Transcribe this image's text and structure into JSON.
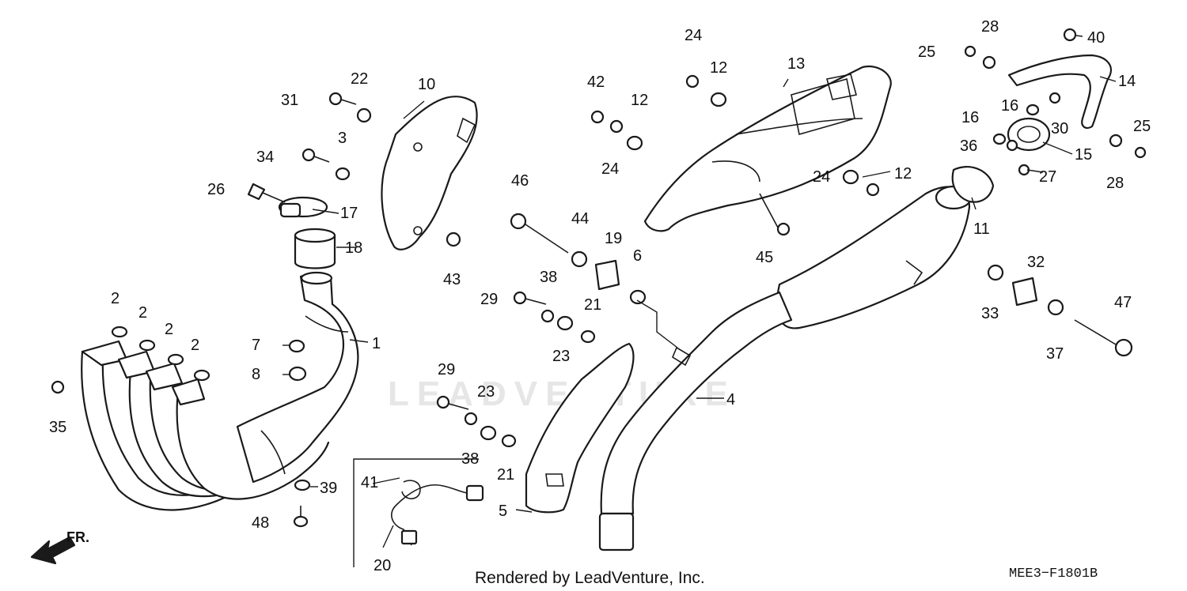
{
  "diagram": {
    "watermark": "LEADVENTURE",
    "direction_label": "FR.",
    "footer_text": "Rendered by LeadVenture, Inc.",
    "diagram_code": "MEE3−F1801B",
    "callouts": [
      {
        "id": "c1",
        "label": "1"
      },
      {
        "id": "c2a",
        "label": "2"
      },
      {
        "id": "c2b",
        "label": "2"
      },
      {
        "id": "c2c",
        "label": "2"
      },
      {
        "id": "c2d",
        "label": "2"
      },
      {
        "id": "c3",
        "label": "3"
      },
      {
        "id": "c4",
        "label": "4"
      },
      {
        "id": "c5",
        "label": "5"
      },
      {
        "id": "c6",
        "label": "6"
      },
      {
        "id": "c7",
        "label": "7"
      },
      {
        "id": "c8",
        "label": "8"
      },
      {
        "id": "c10",
        "label": "10"
      },
      {
        "id": "c11",
        "label": "11"
      },
      {
        "id": "c12a",
        "label": "12"
      },
      {
        "id": "c12b",
        "label": "12"
      },
      {
        "id": "c12c",
        "label": "12"
      },
      {
        "id": "c13",
        "label": "13"
      },
      {
        "id": "c14",
        "label": "14"
      },
      {
        "id": "c15",
        "label": "15"
      },
      {
        "id": "c16a",
        "label": "16"
      },
      {
        "id": "c16b",
        "label": "16"
      },
      {
        "id": "c17",
        "label": "17"
      },
      {
        "id": "c18",
        "label": "18"
      },
      {
        "id": "c19",
        "label": "19"
      },
      {
        "id": "c20",
        "label": "20"
      },
      {
        "id": "c21a",
        "label": "21"
      },
      {
        "id": "c21b",
        "label": "21"
      },
      {
        "id": "c22",
        "label": "22"
      },
      {
        "id": "c23a",
        "label": "23"
      },
      {
        "id": "c23b",
        "label": "23"
      },
      {
        "id": "c24a",
        "label": "24"
      },
      {
        "id": "c24b",
        "label": "24"
      },
      {
        "id": "c24c",
        "label": "24"
      },
      {
        "id": "c25a",
        "label": "25"
      },
      {
        "id": "c25b",
        "label": "25"
      },
      {
        "id": "c26",
        "label": "26"
      },
      {
        "id": "c27",
        "label": "27"
      },
      {
        "id": "c28a",
        "label": "28"
      },
      {
        "id": "c28b",
        "label": "28"
      },
      {
        "id": "c29a",
        "label": "29"
      },
      {
        "id": "c29b",
        "label": "29"
      },
      {
        "id": "c30",
        "label": "30"
      },
      {
        "id": "c31",
        "label": "31"
      },
      {
        "id": "c32",
        "label": "32"
      },
      {
        "id": "c33",
        "label": "33"
      },
      {
        "id": "c34",
        "label": "34"
      },
      {
        "id": "c35",
        "label": "35"
      },
      {
        "id": "c36",
        "label": "36"
      },
      {
        "id": "c37",
        "label": "37"
      },
      {
        "id": "c38a",
        "label": "38"
      },
      {
        "id": "c38b",
        "label": "38"
      },
      {
        "id": "c39",
        "label": "39"
      },
      {
        "id": "c40",
        "label": "40"
      },
      {
        "id": "c41",
        "label": "41"
      },
      {
        "id": "c42",
        "label": "42"
      },
      {
        "id": "c43",
        "label": "43"
      },
      {
        "id": "c44",
        "label": "44"
      },
      {
        "id": "c45",
        "label": "45"
      },
      {
        "id": "c46",
        "label": "46"
      },
      {
        "id": "c47",
        "label": "47"
      },
      {
        "id": "c48",
        "label": "48"
      }
    ]
  }
}
